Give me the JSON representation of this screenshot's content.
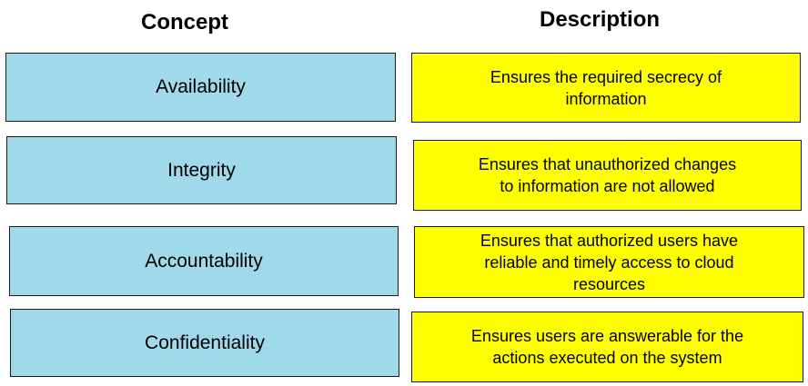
{
  "headings": {
    "concept": "Concept",
    "description": "Description"
  },
  "concepts": [
    "Availability",
    "Integrity",
    "Accountability",
    "Confidentiality"
  ],
  "descriptions": [
    [
      "Ensures the required secrecy of",
      "information"
    ],
    [
      "Ensures that unauthorized changes",
      "to information are not allowed"
    ],
    [
      "Ensures that authorized users have",
      "reliable and timely access to cloud",
      "resources"
    ],
    [
      "Ensures users are answerable for the",
      "actions executed on the system"
    ]
  ],
  "colors": {
    "concept_fill": "#9fd9ea",
    "description_fill": "#ffff00",
    "border": "#1a1a1a"
  }
}
